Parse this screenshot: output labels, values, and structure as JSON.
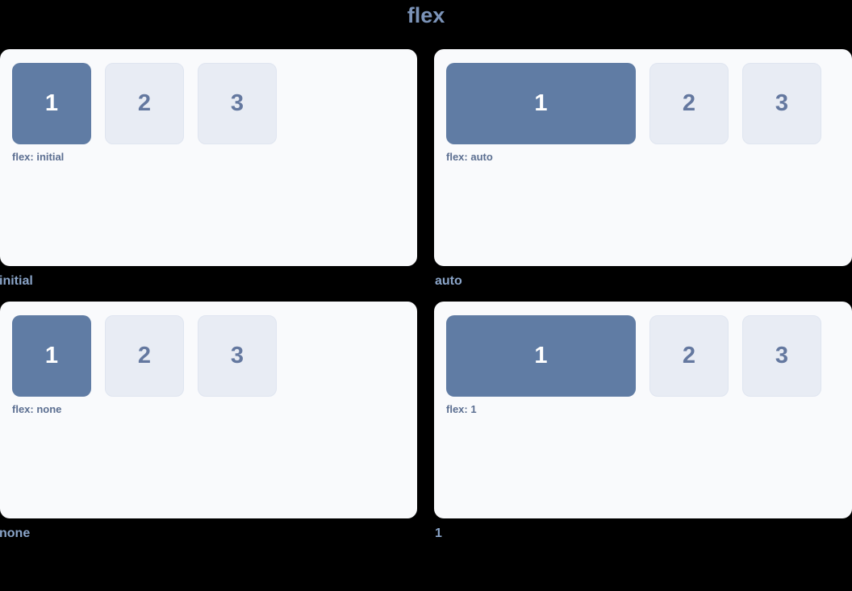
{
  "header": {
    "title": "flex"
  },
  "panels": [
    {
      "caption": "initial",
      "flex_label": "flex: initial",
      "items": [
        {
          "label": "1",
          "variant": "primary"
        },
        {
          "label": "2",
          "variant": "muted"
        },
        {
          "label": "3",
          "variant": "muted"
        }
      ]
    },
    {
      "caption": "auto",
      "flex_label": "flex: auto",
      "items": [
        {
          "label": "1",
          "variant": "primary"
        },
        {
          "label": "2",
          "variant": "muted"
        },
        {
          "label": "3",
          "variant": "muted"
        }
      ]
    },
    {
      "caption": "none",
      "flex_label": "flex: none",
      "items": [
        {
          "label": "1",
          "variant": "primary"
        },
        {
          "label": "2",
          "variant": "muted"
        },
        {
          "label": "3",
          "variant": "muted"
        }
      ]
    },
    {
      "caption": "1",
      "flex_label": "flex: 1",
      "items": [
        {
          "label": "1",
          "variant": "primary"
        },
        {
          "label": "2",
          "variant": "muted"
        },
        {
          "label": "3",
          "variant": "muted"
        }
      ]
    }
  ],
  "colors": {
    "background": "#000000",
    "panel_background": "#f9fafc",
    "primary_box": "#607ca4",
    "muted_box": "#e8ecf4",
    "muted_box_text": "#64789f",
    "primary_box_text": "#ffffff",
    "title": "#7b93b8",
    "caption": "#8aa4c8",
    "flex_label": "#5c6f91"
  }
}
